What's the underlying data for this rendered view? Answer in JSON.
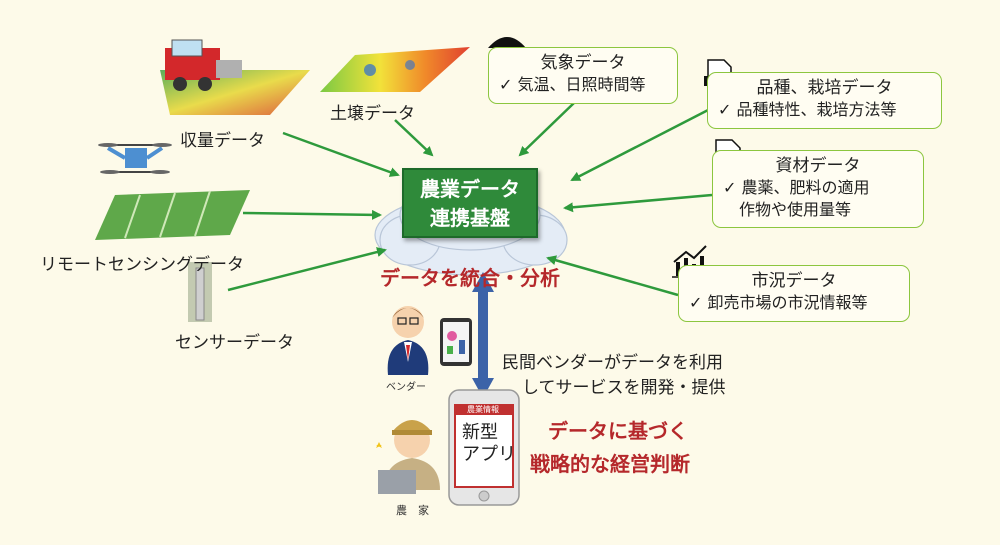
{
  "hub": {
    "line1": "農業データ",
    "line2": "連携基盤"
  },
  "analysis": "データを統合・分析",
  "sources": {
    "yield": "収量データ",
    "soil": "土壌データ",
    "remote": "リモートセンシングデータ",
    "sensor": "センサーデータ"
  },
  "boxes": {
    "weather": {
      "title": "気象データ",
      "items": [
        "✓ 気温、日照時間等"
      ]
    },
    "variety": {
      "title": "品種、栽培データ",
      "items": [
        "✓ 品種特性、栽培方法等"
      ]
    },
    "materials": {
      "title": "資材データ",
      "items": [
        "✓ 農薬、肥料の適用",
        "　作物や使用量等"
      ]
    },
    "market": {
      "title": "市況データ",
      "items": [
        "✓ 卸売市場の市況情報等"
      ]
    }
  },
  "vendor": {
    "label": "ベンダー",
    "desc1": "民間ベンダーがデータを利用",
    "desc2": "してサービスを開発・提供"
  },
  "phone": {
    "header": "農業情報",
    "text1": "新型",
    "text2": "アプリ"
  },
  "outcome": {
    "line1": "データに基づく",
    "line2": "戦略的な経営判断"
  },
  "farmer": {
    "label": "農　家"
  },
  "icons": [
    "umbrella-icon",
    "pdf-icon",
    "document-icon",
    "bar-chart-icon"
  ],
  "colors": {
    "arrow": "#2e9a3c",
    "hub": "#2f8a3a",
    "accent": "#b5282b",
    "background": "#fdfae9",
    "box_border": "#8cc63f"
  }
}
